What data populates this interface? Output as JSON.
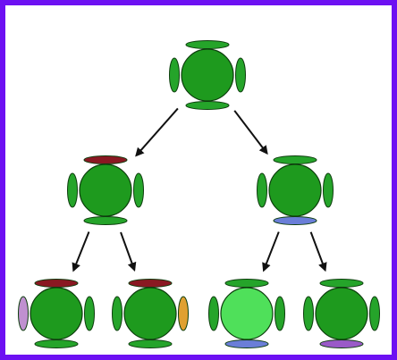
{
  "colors": {
    "frame": "#6d10f2",
    "node_fill": "#1e9a1e",
    "node_fill_highlight": "#4fe05a",
    "side_default": "#25a42a",
    "stroke": "#0d3d0d",
    "arrow": "#111111"
  },
  "tree": {
    "nodes": [
      {
        "id": "root",
        "parent": null,
        "highlight": false,
        "sides": {
          "top": "#25a42a",
          "bottom": "#25a42a",
          "left": "#25a42a",
          "right": "#25a42a"
        }
      },
      {
        "id": "l",
        "parent": "root",
        "highlight": false,
        "sides": {
          "top": "#8a1822",
          "bottom": "#25a42a",
          "left": "#25a42a",
          "right": "#25a42a"
        }
      },
      {
        "id": "r",
        "parent": "root",
        "highlight": false,
        "sides": {
          "top": "#25a42a",
          "bottom": "#6a7ed8",
          "left": "#25a42a",
          "right": "#25a42a"
        }
      },
      {
        "id": "ll",
        "parent": "l",
        "highlight": false,
        "sides": {
          "top": "#8a1822",
          "bottom": "#25a42a",
          "left": "#c090d0",
          "right": "#25a42a"
        }
      },
      {
        "id": "lr",
        "parent": "l",
        "highlight": false,
        "sides": {
          "top": "#8a1822",
          "bottom": "#25a42a",
          "left": "#25a42a",
          "right": "#e0a030"
        }
      },
      {
        "id": "rl",
        "parent": "r",
        "highlight": true,
        "sides": {
          "top": "#25a42a",
          "bottom": "#6a7ed8",
          "left": "#25a42a",
          "right": "#25a42a"
        }
      },
      {
        "id": "rr",
        "parent": "r",
        "highlight": false,
        "sides": {
          "top": "#25a42a",
          "bottom": "#9a5ac8",
          "left": "#25a42a",
          "right": "#25a42a"
        }
      }
    ]
  }
}
